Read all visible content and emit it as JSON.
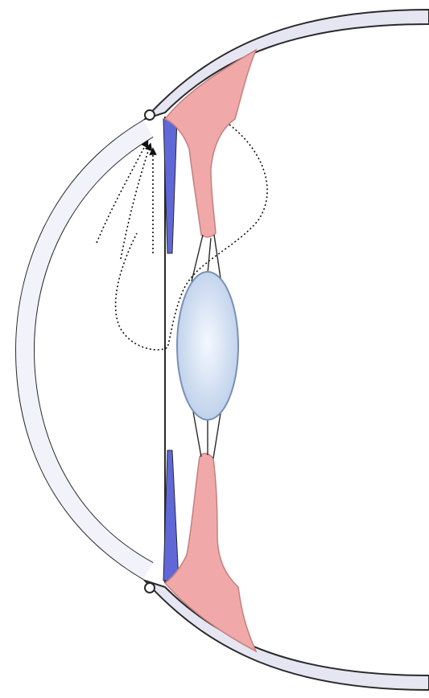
{
  "colors": {
    "background": "#ffffff",
    "outline": "#2a2a2a",
    "sclera_fill": "#e6e6f2",
    "cornea_fill": "#ffffff",
    "iris_fill": "#f0a8a8",
    "iris_stroke": "#c48080",
    "vessel_fill": "#6068d8",
    "lens_center": "#f4f8ff",
    "lens_edge": "#b8cce8",
    "lens_stroke": "#7890b8",
    "flow_arrow": "#111111"
  },
  "arrows": {
    "count": 3,
    "style": "dotted",
    "direction": "up"
  },
  "icons": {
    "schlemm_canal": "small-ring-icon",
    "flow": "dotted-arrow-icon"
  }
}
